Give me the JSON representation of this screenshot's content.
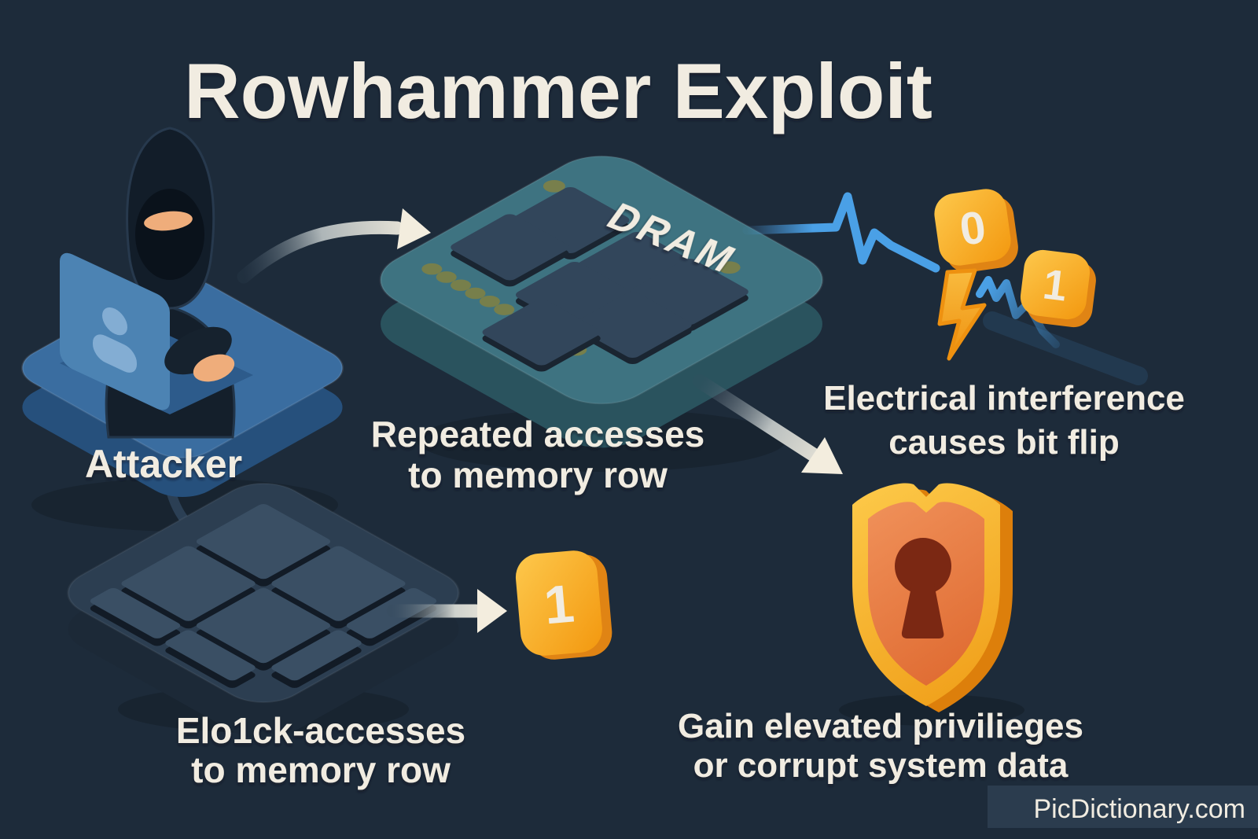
{
  "title": "Rowhammer Exploit",
  "watermark": "PicDictionary.com",
  "attacker": {
    "label": "Attacker"
  },
  "dram": {
    "chip_label": "DRAM",
    "caption_line1": "Repeated accesses",
    "caption_line2": "to memory row"
  },
  "bit_flip": {
    "bit_zero": "0",
    "bit_one": "1",
    "caption_line1": "Electrical interference",
    "caption_line2": "causes bit flip"
  },
  "hammered_row": {
    "bit_one": "1",
    "caption_line1": "Elo1ck-accesses",
    "caption_line2": "to memory row"
  },
  "outcome": {
    "caption_line1": "Gain elevated privilieges",
    "caption_line2": "or corrupt system data"
  },
  "colors": {
    "background": "#1d2b3a",
    "text_cream": "#f1ece1",
    "accent_orange": "#f6a21d",
    "signal_blue": "#4aa0e6",
    "board_teal": "#3e7381",
    "platform_blue": "#3a6da0"
  }
}
